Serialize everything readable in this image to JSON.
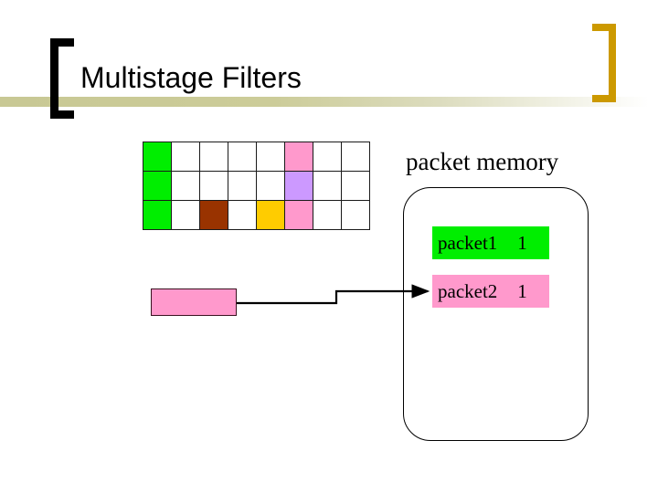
{
  "slide": {
    "title": "Multistage Filters",
    "background_color": "#ffffff",
    "title_band_color": "#cccc99",
    "bracket_left_color": "#000000",
    "bracket_right_color": "#cc9900"
  },
  "filter_grid": {
    "columns": 8,
    "rows": 3,
    "cell_colors": {
      "empty": "#ffffff",
      "green": "#00ee00",
      "pink": "#ff99cc",
      "purple": "#cc99ff",
      "brown": "#993300",
      "gold": "#ffcc00"
    },
    "cells": [
      [
        "green",
        "empty",
        "empty",
        "empty",
        "empty",
        "pink",
        "empty",
        "empty"
      ],
      [
        "green",
        "empty",
        "empty",
        "empty",
        "empty",
        "purple",
        "empty",
        "empty"
      ],
      [
        "green",
        "empty",
        "brown",
        "empty",
        "gold",
        "pink",
        "empty",
        "empty"
      ]
    ]
  },
  "packet_memory": {
    "label": "packet memory",
    "entries": [
      {
        "name": "packet1",
        "count": "1",
        "color": "#00ee00"
      },
      {
        "name": "packet2",
        "count": "1",
        "color": "#ff99cc"
      }
    ]
  },
  "incoming_packet": {
    "color": "#ff99cc",
    "label": ""
  }
}
